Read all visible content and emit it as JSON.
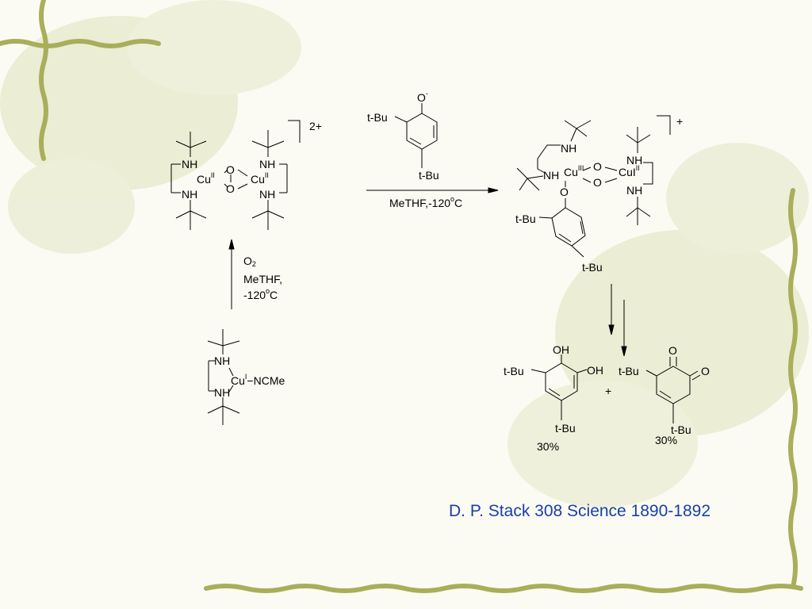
{
  "colors": {
    "citation": "#1a3fa6",
    "vine": "#a8ae5a",
    "flower": "#d6d9b0"
  },
  "citation": "D. P. Stack  308 Science 1890-1892",
  "reactant": {
    "labels": {
      "NH": "NH",
      "Cu": "Cu",
      "Cu_ox": "I",
      "ligand": "−NCMe"
    }
  },
  "step1": {
    "reagent": "O",
    "reagent_sub": "2",
    "solvent": "MeTHF,",
    "temp": "-120",
    "temp_sup": "o",
    "temp_unit": "C"
  },
  "dimer": {
    "charge": "2+",
    "labels": {
      "NH": "NH",
      "Cu": "Cu",
      "Cu_ox": "II",
      "O": "O"
    }
  },
  "phenolate": {
    "O": "O",
    "O_charge": "-",
    "tBu": "t-Bu"
  },
  "step2": {
    "conditions_pre": "MeTHF,-120",
    "conditions_sup": "o",
    "conditions_post": "C"
  },
  "adduct": {
    "charge": "+",
    "labels": {
      "NH": "NH",
      "Cu": "Cu",
      "Cu3_ox": "III",
      "Cu2_label": "CuI",
      "Cu2_ox": "II",
      "O": "O",
      "tBu": "t-Bu"
    }
  },
  "products": {
    "catechol": {
      "OH1": "OH",
      "OH2": "OH",
      "tBu": "t-Bu",
      "yield": "30%"
    },
    "plus": "+",
    "quinone": {
      "O1": "O",
      "O2": "O",
      "tBu": "t-Bu",
      "yield": "30%"
    }
  }
}
